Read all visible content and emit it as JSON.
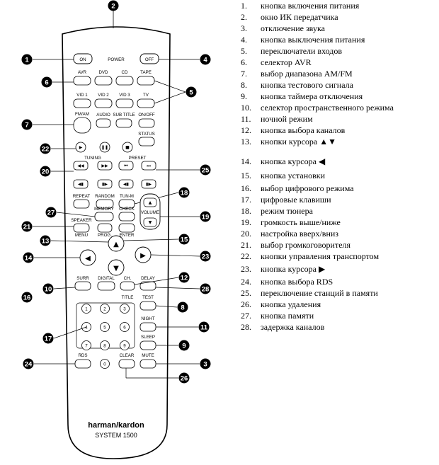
{
  "callouts": {
    "c1": "1",
    "c2": "2",
    "c3": "3",
    "c4": "4",
    "c5": "5",
    "c6": "6",
    "c7": "7",
    "c8": "8",
    "c9": "9",
    "c10": "10",
    "c11": "11",
    "c12": "12",
    "c13": "13",
    "c14": "14",
    "c15": "15",
    "c16": "16",
    "c17": "17",
    "c18": "18",
    "c19": "19",
    "c20": "20",
    "c21": "21",
    "c22": "22",
    "c23": "23",
    "c24": "24",
    "c25": "25",
    "c26": "26",
    "c27": "27",
    "c28": "28"
  },
  "remote": {
    "power_label": "POWER",
    "on": "ON",
    "off": "OFF",
    "avr": "AVR",
    "dvd": "DVD",
    "cd": "CD",
    "tape": "TAPE",
    "vid1": "VID 1",
    "vid2": "VID 2",
    "vid3": "VID 3",
    "tv": "TV",
    "fmam": "FM/AM",
    "audio": "AUDIO",
    "subtitle": "SUB TITLE",
    "onoff": "ON/OFF",
    "status": "STATUS",
    "tuning": "TUNING",
    "preset": "PRESET",
    "repeat": "REPEAT",
    "random": "RANDOM",
    "tunm": "TUN-M",
    "memory": "MEMORY",
    "check": "CHECK",
    "volume": "VOLUME",
    "speaker": "SPEAKER",
    "menu": "MENU",
    "prog": "PROG.",
    "enter": "ENTER",
    "surr": "SURR",
    "digital": "DIGITAL",
    "ch": "CH.",
    "delay": "DELAY",
    "title": "TITLE",
    "test": "TEST",
    "night": "NIGHT",
    "sleep": "SLEEP",
    "rds": "RDS",
    "clear": "CLEAR",
    "mute": "MUTE",
    "d1": "1",
    "d2": "2",
    "d3": "3",
    "d4": "4",
    "d5": "5",
    "d6": "6",
    "d7": "7",
    "d8": "8",
    "d9": "9",
    "d0": "0",
    "brand": "harman/kardon",
    "model": "SYSTEM 1500"
  },
  "legend": [
    {
      "num": "1.",
      "text": "кнопка включения питания"
    },
    {
      "num": "2.",
      "text": "окно ИК передатчика"
    },
    {
      "num": "3.",
      "text": "отключение звука"
    },
    {
      "num": "4.",
      "text": "кнопка выключения питания"
    },
    {
      "num": "5.",
      "text": "переключатели входов"
    },
    {
      "num": "6.",
      "text": "селектор AVR"
    },
    {
      "num": "7.",
      "text": "выбор диапазона AM/FM"
    },
    {
      "num": "8.",
      "text": "кнопка тестового сигнала"
    },
    {
      "num": "9.",
      "text": "кнопка таймера отключения"
    },
    {
      "num": "10.",
      "text": "селектор пространственного режима"
    },
    {
      "num": "11.",
      "text": "ночной режим"
    },
    {
      "num": "12.",
      "text": "кнопка выбора каналов"
    },
    {
      "num": "13.",
      "text": "кнопки  курсора ▲▼"
    },
    {
      "num": "14.",
      "text": "кнопка курсора ◀"
    },
    {
      "num": "15.",
      "text": "кнопка установки"
    },
    {
      "num": "16.",
      "text": "выбор цифрового режима"
    },
    {
      "num": "17.",
      "text": "цифровые клавиши"
    },
    {
      "num": "18.",
      "text": "режим тюнера"
    },
    {
      "num": "19.",
      "text": "громкость выше/ниже"
    },
    {
      "num": "20.",
      "text": "настройка вверх/вниз"
    },
    {
      "num": "21.",
      "text": "выбор громкоговорителя"
    },
    {
      "num": "22.",
      "text": "кнопки управления транспортом"
    },
    {
      "num": "23.",
      "text": "кнопка курсора ▶"
    },
    {
      "num": "24.",
      "text": "кнопка выбора RDS"
    },
    {
      "num": "25.",
      "text": "переключение станций в памяти"
    },
    {
      "num": "26.",
      "text": "кнопка удаления"
    },
    {
      "num": "27.",
      "text": "кнопка памяти"
    },
    {
      "num": "28.",
      "text": "задержка каналов"
    }
  ]
}
